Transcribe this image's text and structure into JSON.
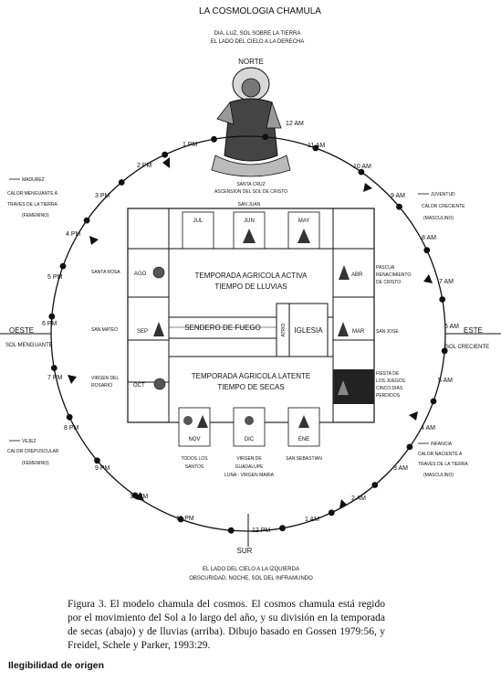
{
  "title": "LA COSMOLOGIA CHAMULA",
  "top_text": [
    "DIA, LUZ, SOL SOBRE LA TIERRA",
    "EL LADO DEL CIELO A LA DERECHA"
  ],
  "bottom_text": [
    "EL LADO DEL CIELO A LA IZQUIERDA",
    "OBSCURIDAD, NOCHE, SOL DEL INFRAMUNDO"
  ],
  "directions": {
    "north": "NORTE",
    "south": "SUR",
    "east": "ESTE",
    "west": "OESTE"
  },
  "hours": {
    "h12am": "12 AM",
    "h11am": "11 AM",
    "h10am": "10 AM",
    "h9am": "9 AM",
    "h8am": "8 AM",
    "h7am": "7 AM",
    "h6am": "6 AM",
    "h5am": "5 AM",
    "h4am": "4 AM",
    "h3am": "3 AM",
    "h2am": "2 AM",
    "h1am": "1 AM",
    "h1pm": "1 PM",
    "h2pm": "2 PM",
    "h3pm": "3 PM",
    "h4pm": "4 PM",
    "h5pm": "5 PM",
    "h6pm": "6 PM",
    "h7pm": "7 PM",
    "h8pm": "8 PM",
    "h9pm": "9 PM",
    "h10pm": "10 PM",
    "h11pm": "11 PM",
    "h12pm": "12 PM"
  },
  "life_stages": {
    "madurez": [
      "MADUREZ",
      "CALOR MENGUANTE A",
      "TRAVES DE LA TIERRA",
      "(FEMENINO)"
    ],
    "juventud": [
      "JUVENTUD",
      "CALOR CRECIENTE",
      "(MASCULINO)"
    ],
    "vejez": [
      "VEJEZ",
      "CALOR CREPUSCULAR",
      "(FEMENINO)"
    ],
    "infancia": [
      "INFANCIA",
      "CALOR NACIENTE A",
      "TRAVES DE LA TIERRA",
      "(MASCULINO)"
    ],
    "sol_menguante": "SOL MENGUANTE",
    "sol_creciente": "SOL CRECIENTE"
  },
  "saints": {
    "santa_cruz": [
      "SANTA CRUZ",
      "ASCENSION DEL SOL DE CRISTO"
    ],
    "san_juan": "SAN JUAN",
    "santa_rosa": "SANTA ROSA",
    "san_mateo": "SAN MATEO",
    "virgen_rosario": [
      "VIRGEN DEL",
      "ROSARIO"
    ],
    "todos_santos": [
      "TODOS LOS",
      "SANTOS"
    ],
    "virgen_guadalupe": [
      "VIRGEN DE",
      "GUADALUPE",
      "LUNA - VIRGEN MARIA"
    ],
    "san_sebastian": "SAN SEBASTIAN",
    "san_jose": "SAN JOSE",
    "pascua": [
      "PASCUA",
      "RENACIMIENTO",
      "DE CRISTO"
    ],
    "fiesta_juegos": [
      "FIESTA DE",
      "LOS JUEGOS",
      "CINCO DIAS",
      "PERDIDOS"
    ]
  },
  "months": {
    "jul": "JUL",
    "jun": "JUN",
    "may": "MAY",
    "ago": "AGO",
    "abr": "ABR",
    "sep": "SEP",
    "mar": "MAR",
    "oct": "OCT",
    "nov": "NOV",
    "dic": "DIC",
    "ene": "ENE"
  },
  "center": {
    "active_season": [
      "TEMPORADA AGRICOLA ACTIVA",
      "TIEMPO DE LLUVIAS"
    ],
    "latent_season": [
      "TEMPORADA AGRICOLA LATENTE",
      "TIEMPO DE SECAS"
    ],
    "sendero": "SENDERO DE FUEGO",
    "atrio": "ATRIO",
    "iglesia": "IGLESIA"
  },
  "caption": "Figura 3. El modelo chamula del cosmos. El cosmos chamula está regido por el movimiento del Sol a lo largo del año, y su división en la temporada de secas (abajo) y de lluvias (arriba). Dibujo basado en Gossen 1979:56, y Freidel, Schele y Parker, 1993:29.",
  "footer": "Ilegibilidad de origen"
}
